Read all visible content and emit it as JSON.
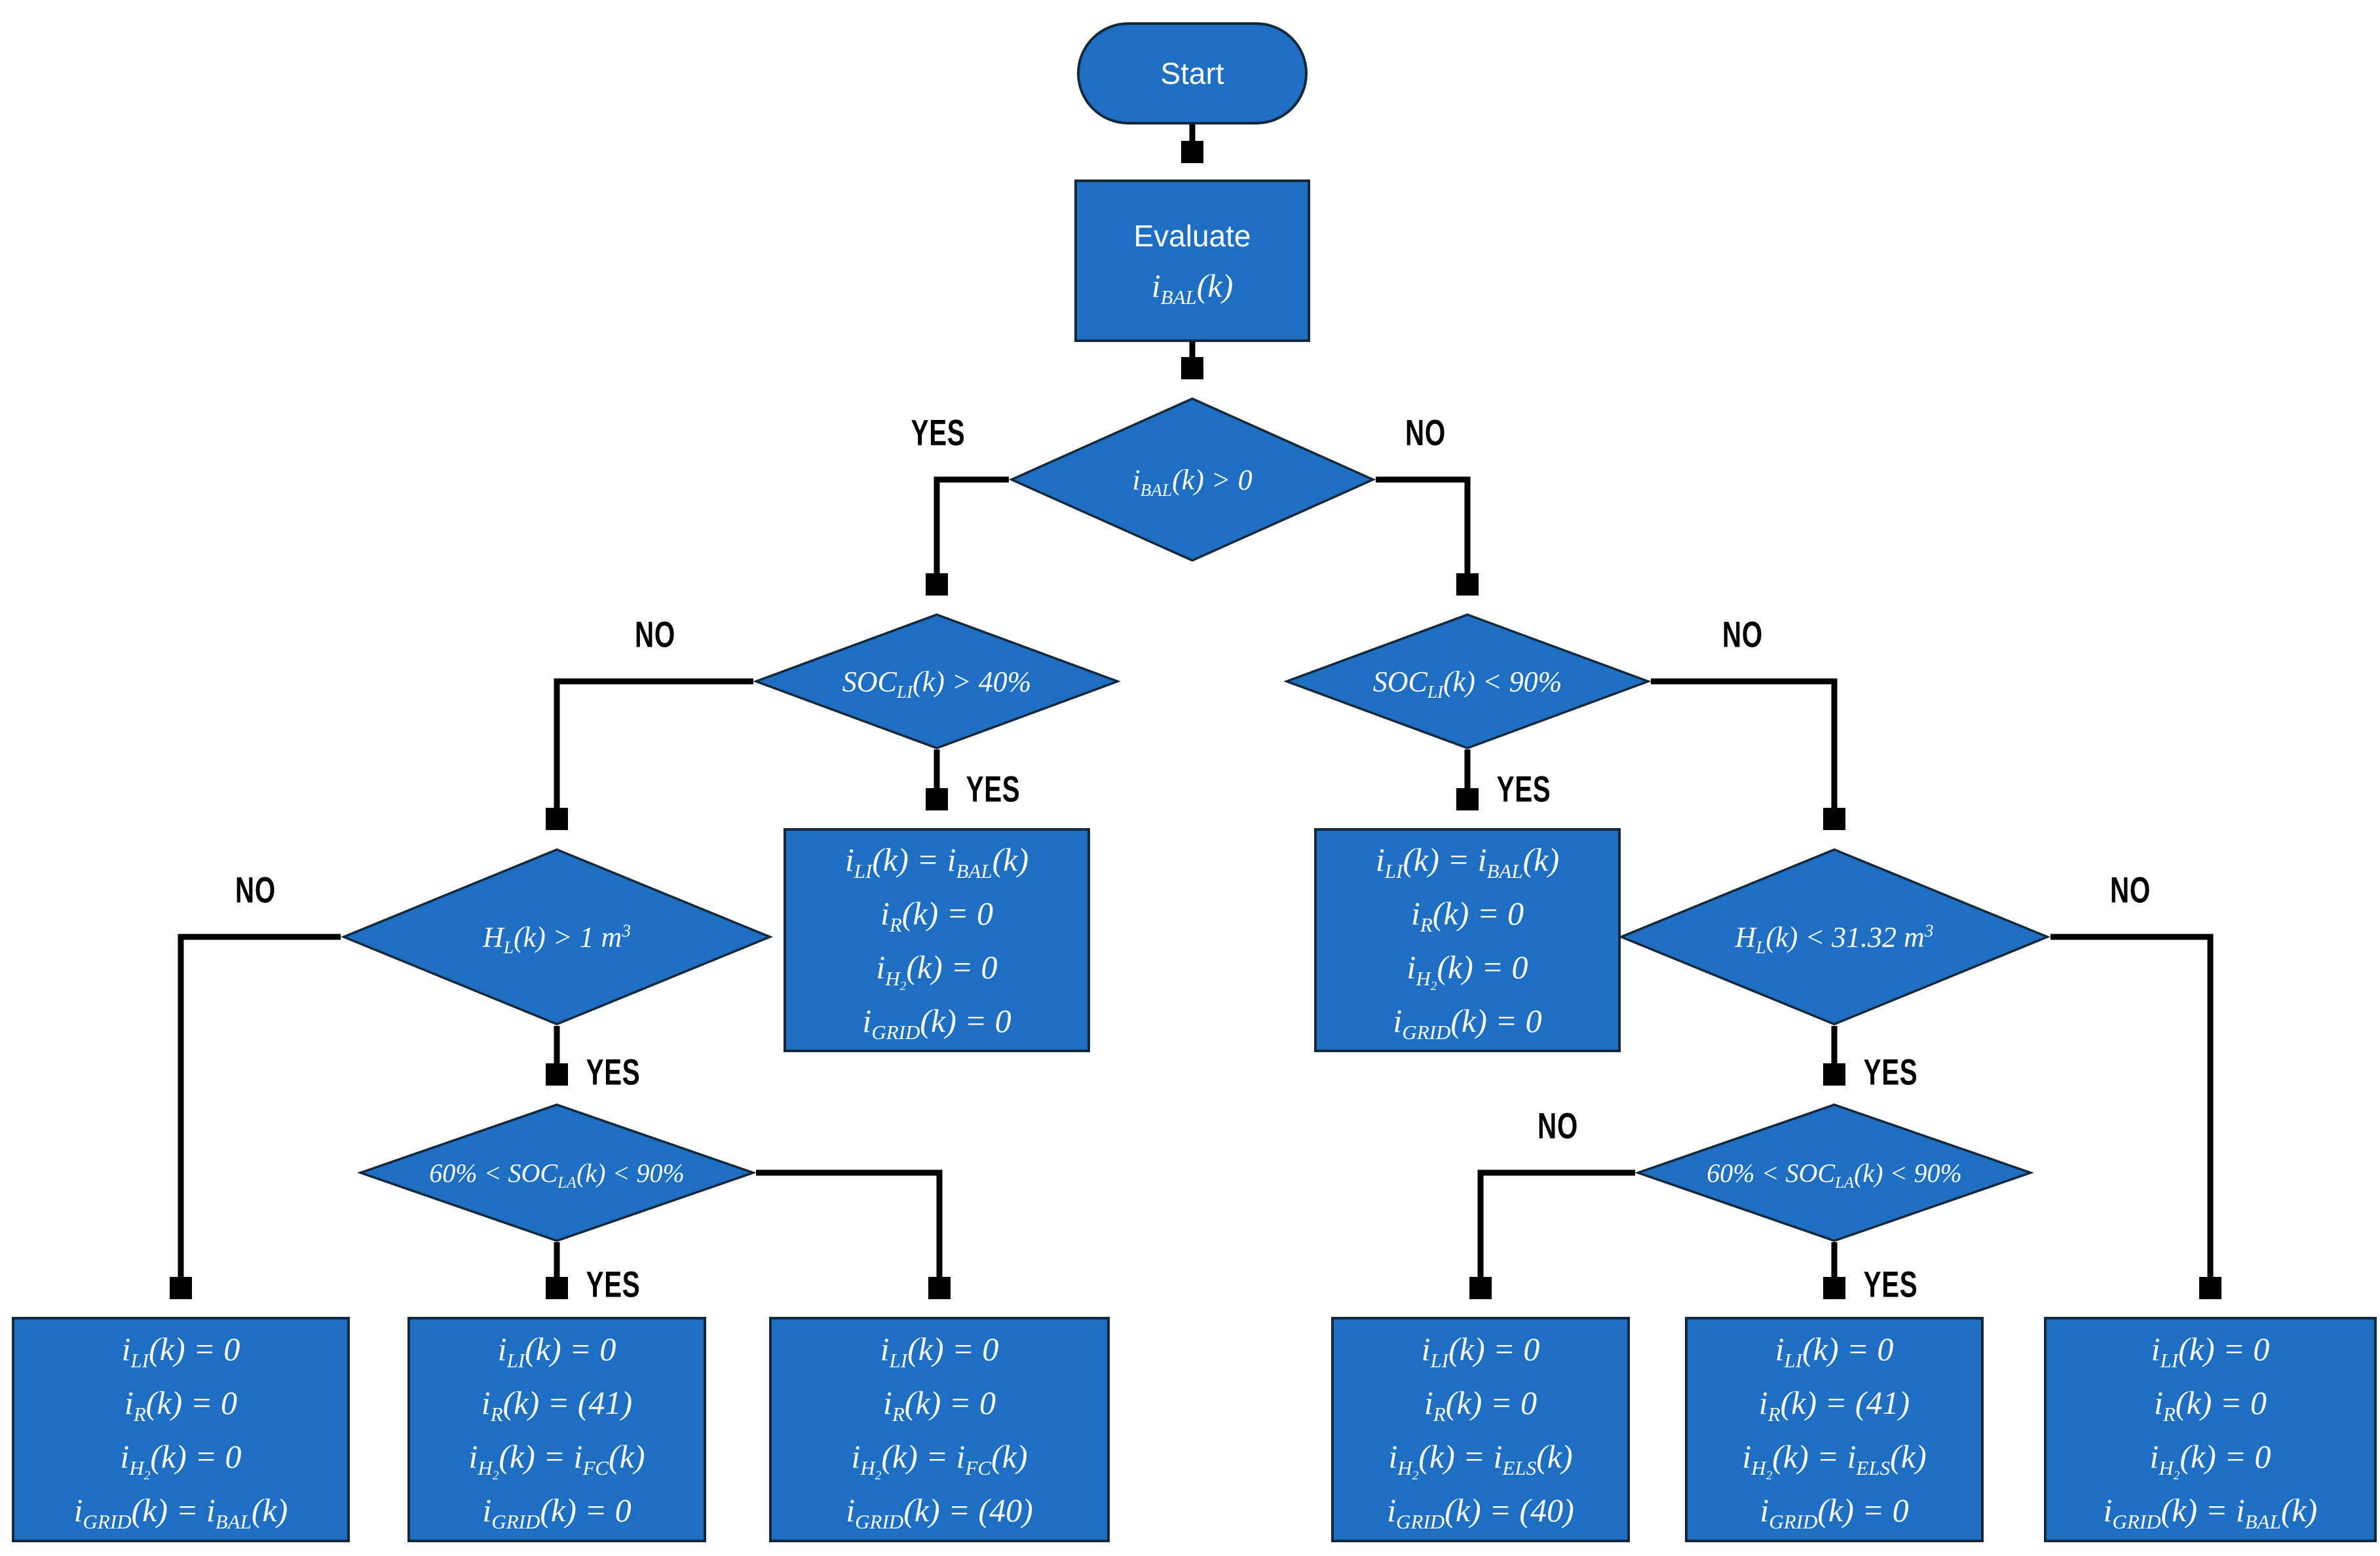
{
  "colors": {
    "node_fill": "#1E6FC2",
    "node_border": "#14283C",
    "connector": "#000000",
    "node_text": "#FFFFFF",
    "branch_label_text": "#000000"
  },
  "labels": {
    "yes": "YES",
    "no": "NO"
  },
  "nodes": {
    "start": {
      "label": "Start"
    },
    "evaluate": {
      "line1": "Evaluate",
      "line2": "i_{BAL}(k)"
    },
    "d1": {
      "condition": "i_{BAL}(k) > 0"
    },
    "d2_left": {
      "condition": "SOC_{LI}(k) > 40%"
    },
    "d2_right": {
      "condition": "SOC_{LI}(k) < 90%"
    },
    "d3_left": {
      "condition": "H_{L}(k) > 1 m^3"
    },
    "d3_right": {
      "condition": "H_{L}(k) < 31.32 m^3"
    },
    "d4_left": {
      "condition": "60% < SOC_{LA}(k) < 90%"
    },
    "d4_right": {
      "condition": "60% < SOC_{LA}(k) < 90%"
    },
    "action_left": {
      "lines": [
        "i_{LI}(k) = i_{BAL}(k)",
        "i_{R}(k) = 0",
        "i_{H_2}(k) = 0",
        "i_{GRID}(k) = 0"
      ]
    },
    "action_right": {
      "lines": [
        "i_{LI}(k) = i_{BAL}(k)",
        "i_{R}(k) = 0",
        "i_{H_2}(k) = 0",
        "i_{GRID}(k) = 0"
      ]
    },
    "box1": {
      "lines": [
        "i_{LI}(k) = 0",
        "i_{R}(k) = 0",
        "i_{H_2}(k) = 0",
        "i_{GRID}(k) = i_{BAL}(k)"
      ]
    },
    "box2": {
      "lines": [
        "i_{LI}(k) = 0",
        "i_{R}(k) = (41)",
        "i_{H_2}(k) = i_{FC}(k)",
        "i_{GRID}(k) = 0"
      ]
    },
    "box3": {
      "lines": [
        "i_{LI}(k) = 0",
        "i_{R}(k) = 0",
        "i_{H_2}(k) = i_{FC}(k)",
        "i_{GRID}(k) = (40)"
      ]
    },
    "box4": {
      "lines": [
        "i_{LI}(k) = 0",
        "i_{R}(k) = 0",
        "i_{H_2}(k) = i_{ELS}(k)",
        "i_{GRID}(k) = (40)"
      ]
    },
    "box5": {
      "lines": [
        "i_{LI}(k) = 0",
        "i_{R}(k) = (41)",
        "i_{H_2}(k) = i_{ELS}(k)",
        "i_{GRID}(k) = 0"
      ]
    },
    "box6": {
      "lines": [
        "i_{LI}(k) = 0",
        "i_{R}(k) = 0",
        "i_{H_2}(k) = 0",
        "i_{GRID}(k) = i_{BAL}(k)"
      ]
    }
  }
}
